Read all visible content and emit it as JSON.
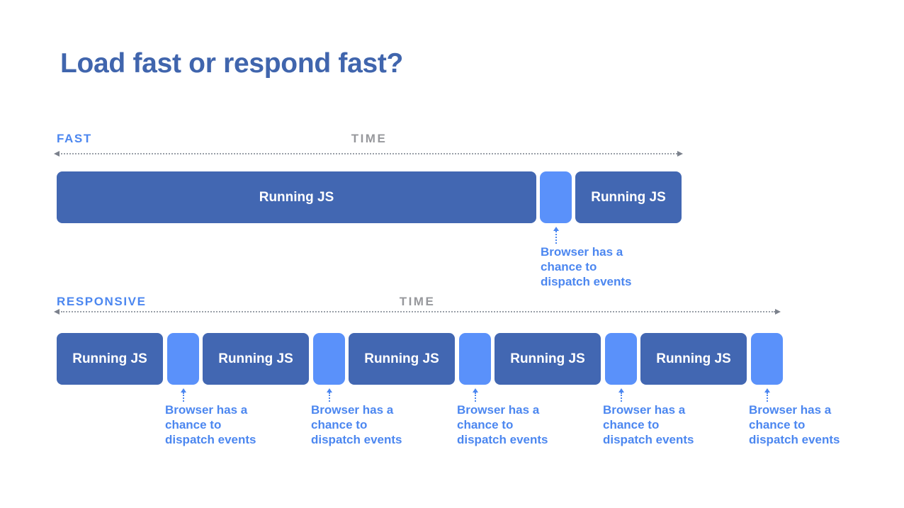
{
  "title": "Load fast or respond fast?",
  "fast": {
    "label": "FAST",
    "time_label": "TIME",
    "segments": [
      {
        "type": "js",
        "label": "Running JS"
      },
      {
        "type": "gap",
        "label": ""
      },
      {
        "type": "js",
        "label": "Running JS"
      }
    ],
    "annotations": [
      {
        "text": "Browser has a\nchance to\ndispatch events"
      }
    ]
  },
  "responsive": {
    "label": "RESPONSIVE",
    "time_label": "TIME",
    "segments": [
      {
        "type": "js",
        "label": "Running JS"
      },
      {
        "type": "gap",
        "label": ""
      },
      {
        "type": "js",
        "label": "Running JS"
      },
      {
        "type": "gap",
        "label": ""
      },
      {
        "type": "js",
        "label": "Running JS"
      },
      {
        "type": "gap",
        "label": ""
      },
      {
        "type": "js",
        "label": "Running JS"
      },
      {
        "type": "gap",
        "label": ""
      },
      {
        "type": "js",
        "label": "Running JS"
      },
      {
        "type": "gap",
        "label": ""
      }
    ],
    "annotations": [
      {
        "text": "Browser has a\nchance to\ndispatch events"
      },
      {
        "text": "Browser has a\nchance to\ndispatch events"
      },
      {
        "text": "Browser has a\nchance to\ndispatch events"
      },
      {
        "text": "Browser has a\nchance to\ndispatch events"
      },
      {
        "text": "Browser has a\nchance to\ndispatch events"
      }
    ]
  },
  "colors": {
    "title_blue": "#4065ad",
    "bar_dark_blue": "#4267b2",
    "bar_light_blue": "#5a91fa",
    "label_blue": "#4c87f0",
    "time_gray": "#97989c",
    "axis_gray": "#9aa0a8",
    "background": "#ffffff"
  }
}
